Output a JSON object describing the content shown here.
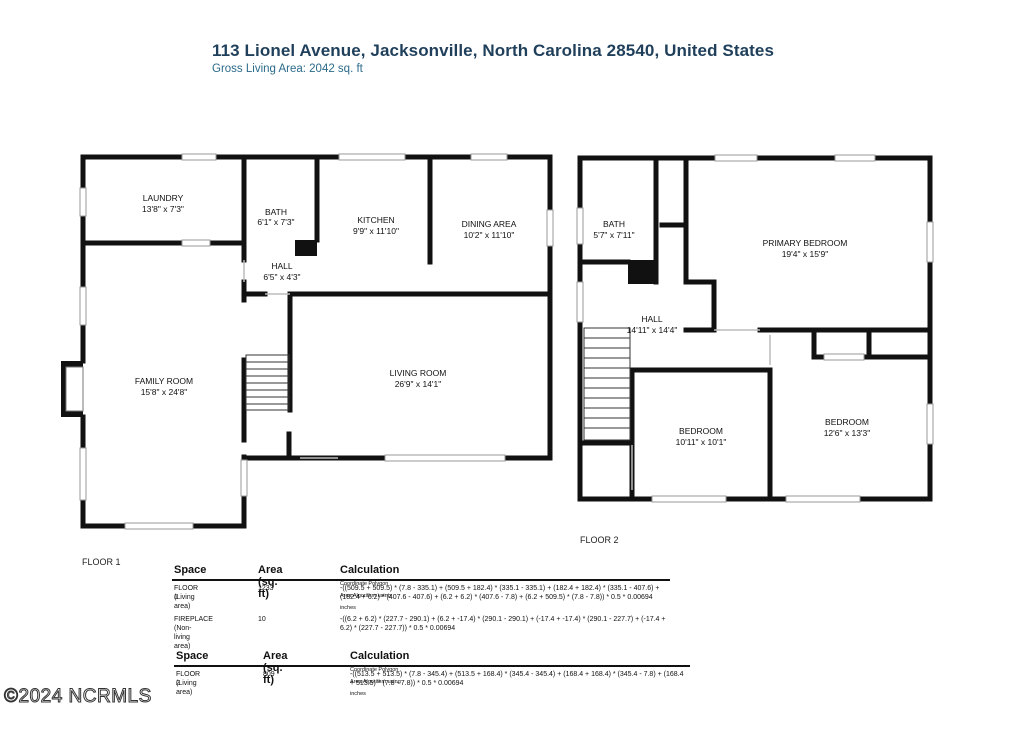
{
  "header": {
    "address": "113 Lionel Avenue, Jacksonville, North Carolina 28540, United States",
    "gross_living_area": "Gross Living Area: 2042 sq. ft"
  },
  "floor1": {
    "label": "FLOOR 1",
    "rooms": {
      "laundry": {
        "name": "LAUNDRY",
        "dims": "13'8\" x 7'3\""
      },
      "bath": {
        "name": "BATH",
        "dims": "6'1\" x 7'3\""
      },
      "kitchen": {
        "name": "KITCHEN",
        "dims": "9'9\" x 11'10\""
      },
      "dining": {
        "name": "DINING AREA",
        "dims": "10'2\" x 11'10\""
      },
      "hall": {
        "name": "HALL",
        "dims": "6'5\" x 4'3\""
      },
      "family": {
        "name": "FAMILY ROOM",
        "dims": "15'8\" x 24'8\""
      },
      "living": {
        "name": "LIVING ROOM",
        "dims": "26'9\" x 14'1\""
      }
    }
  },
  "floor2": {
    "label": "FLOOR 2",
    "rooms": {
      "bath": {
        "name": "BATH",
        "dims": "5'7\" x 7'11\""
      },
      "primary": {
        "name": "PRIMARY BEDROOM",
        "dims": "19'4\" x 15'9\""
      },
      "hall": {
        "name": "HALL",
        "dims": "14'11\" x 14'4\""
      },
      "bedroom1": {
        "name": "BEDROOM",
        "dims": "10'11\" x 10'1\""
      },
      "bedroom2": {
        "name": "BEDROOM",
        "dims": "12'6\" x 13'3\""
      }
    }
  },
  "table1": {
    "headers": {
      "space": "Space",
      "area": "Area (sq. ft)",
      "calc": "Calculation",
      "calc_note": "Coordinate Polygon Area Algorithm using inches"
    },
    "rows": [
      {
        "space": "FLOOR 1",
        "type": "(Living area)",
        "area": "1233",
        "calc": "-((509.5 + 509.5) * (7.8 - 335.1) + (509.5 + 182.4) * (335.1 - 335.1) + (182.4 + 182.4) * (335.1 - 407.6) + (182.4 + 6.2) * (407.6 - 407.6) + (6.2 + 6.2) * (407.6 - 7.8) + (6.2 + 509.5) * (7.8 - 7.8)) * 0.5 * 0.00694"
      },
      {
        "space": "FIREPLACE",
        "type": "(Non-living area)",
        "area": "10",
        "calc": "-((6.2 + 6.2) * (227.7 - 290.1) + (6.2 + -17.4) * (290.1 - 290.1) + (-17.4 + -17.4) * (290.1 - 227.7) + (-17.4 + 6.2) * (227.7 - 227.7)) * 0.5 * 0.00694"
      }
    ]
  },
  "table2": {
    "headers": {
      "space": "Space",
      "area": "Area (sq. ft)",
      "calc": "Calculation",
      "calc_note": "Coordinate Polygon Area Algorithm using inches"
    },
    "rows": [
      {
        "space": "FLOOR 2",
        "type": "(Living area)",
        "area": "809",
        "calc": "-((513.5 + 513.5) * (7.8 - 345.4) + (513.5 + 168.4) * (345.4 - 345.4) + (168.4 + 168.4) * (345.4 - 7.8) + (168.4 + 513.5) * (7.8 - 7.8)) * 0.5 * 0.00694"
      }
    ]
  },
  "footer": {
    "copyright": "©2024 NCRMLS"
  },
  "colors": {
    "title": "#1f3f5b",
    "subtitle": "#2b6b8a",
    "wall": "#111111",
    "window": "#bfbfbf"
  }
}
